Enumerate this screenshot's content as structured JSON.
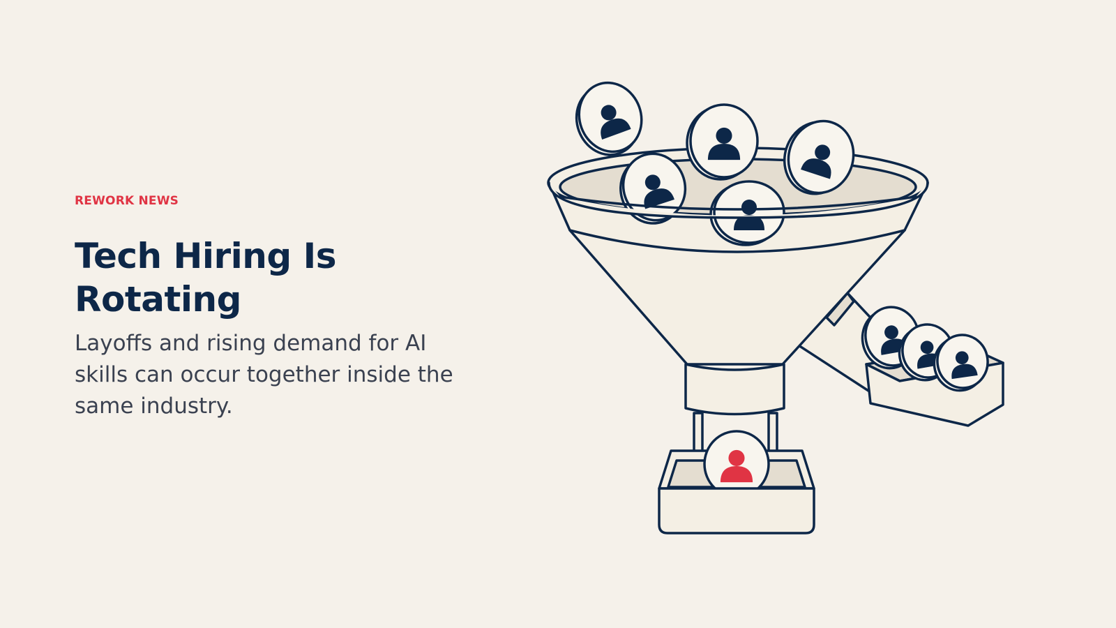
{
  "article": {
    "eyebrow": "REWORK NEWS",
    "headline": "Tech Hiring Is Rotating",
    "subhead": "Layoffs and rising demand for AI skills can occur together inside the same industry."
  },
  "icons": {
    "illustration": "funnel-with-person-tokens-icon",
    "token": "person-token-icon",
    "selected_token": "selected-person-token-icon",
    "tray": "side-tray-icon",
    "bin": "output-bin-icon"
  },
  "colors": {
    "background": "#f5f1ea",
    "accent": "#e03444",
    "ink": "#0d2748",
    "body_text": "#3a4150",
    "funnel_fill": "#f4efe4",
    "funnel_inner": "#e4ddd0",
    "token_fill": "#f8f5ee"
  }
}
